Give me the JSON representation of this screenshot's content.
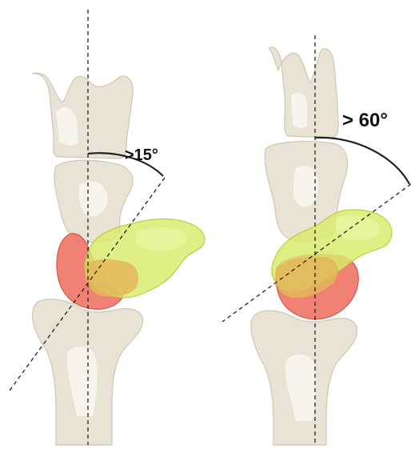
{
  "panels": [
    {
      "id": "left",
      "angle_label": ">15°"
    },
    {
      "id": "right",
      "angle_label": "> 60°"
    }
  ],
  "colors": {
    "bone_fill": "#e9e3d5",
    "bone_stroke": "#cfc7b3",
    "bone_highlight": "#f7f4ec",
    "lunate_red": "#f07a6e",
    "lunate_red_stroke": "#d4574b",
    "scaphoid_green": "#d9ec6a",
    "scaphoid_green_stroke": "#b9cf3f",
    "overlap_orange": "#e3b85a",
    "line": "#222222"
  }
}
